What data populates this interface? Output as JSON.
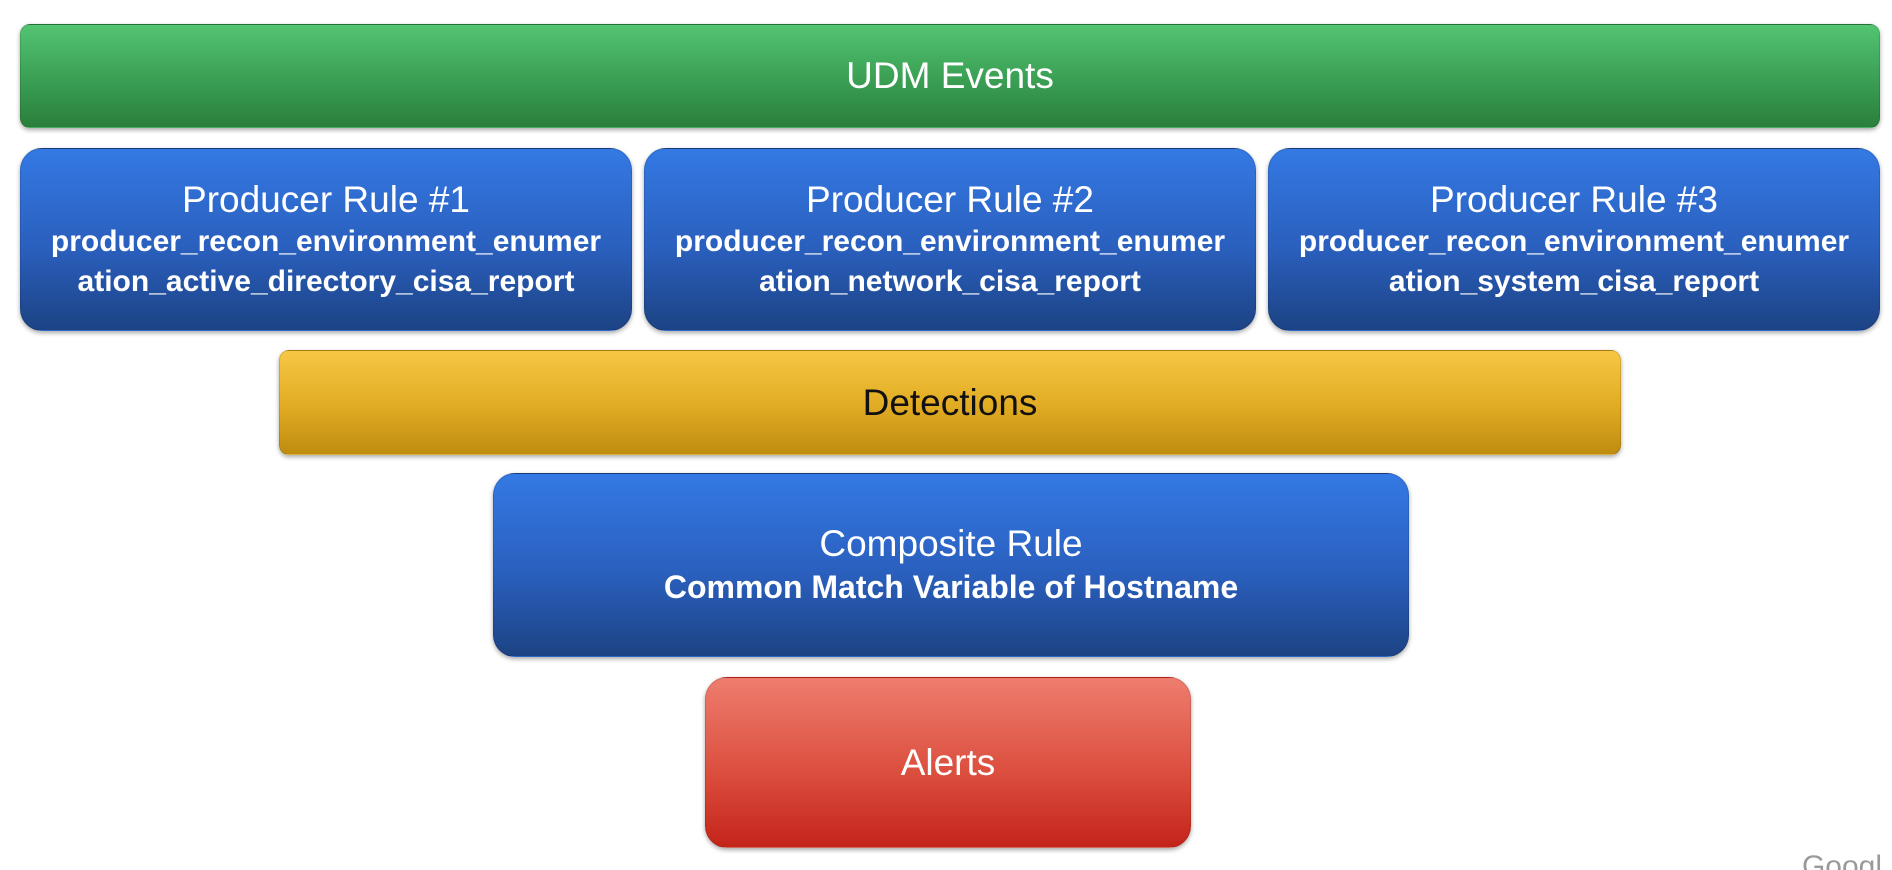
{
  "diagram": {
    "top": {
      "label": "UDM Events",
      "color": "#3a9e53"
    },
    "producers": [
      {
        "title": "Producer Rule #1",
        "rule": "producer_recon_environment_enumeration_active_directory_cisa_report"
      },
      {
        "title": "Producer Rule #2",
        "rule": "producer_recon_environment_enumeration_network_cisa_report"
      },
      {
        "title": "Producer Rule #3",
        "rule": "producer_recon_environment_enumeration_system_cisa_report"
      }
    ],
    "detections": {
      "label": "Detections",
      "color": "#e0ab22"
    },
    "composite": {
      "title": "Composite Rule",
      "subtitle": "Common Match Variable of Hostname"
    },
    "alerts": {
      "label": "Alerts",
      "color": "#dc4f3f"
    },
    "producer_color": "#2a5fbd",
    "watermark": "Googl"
  }
}
